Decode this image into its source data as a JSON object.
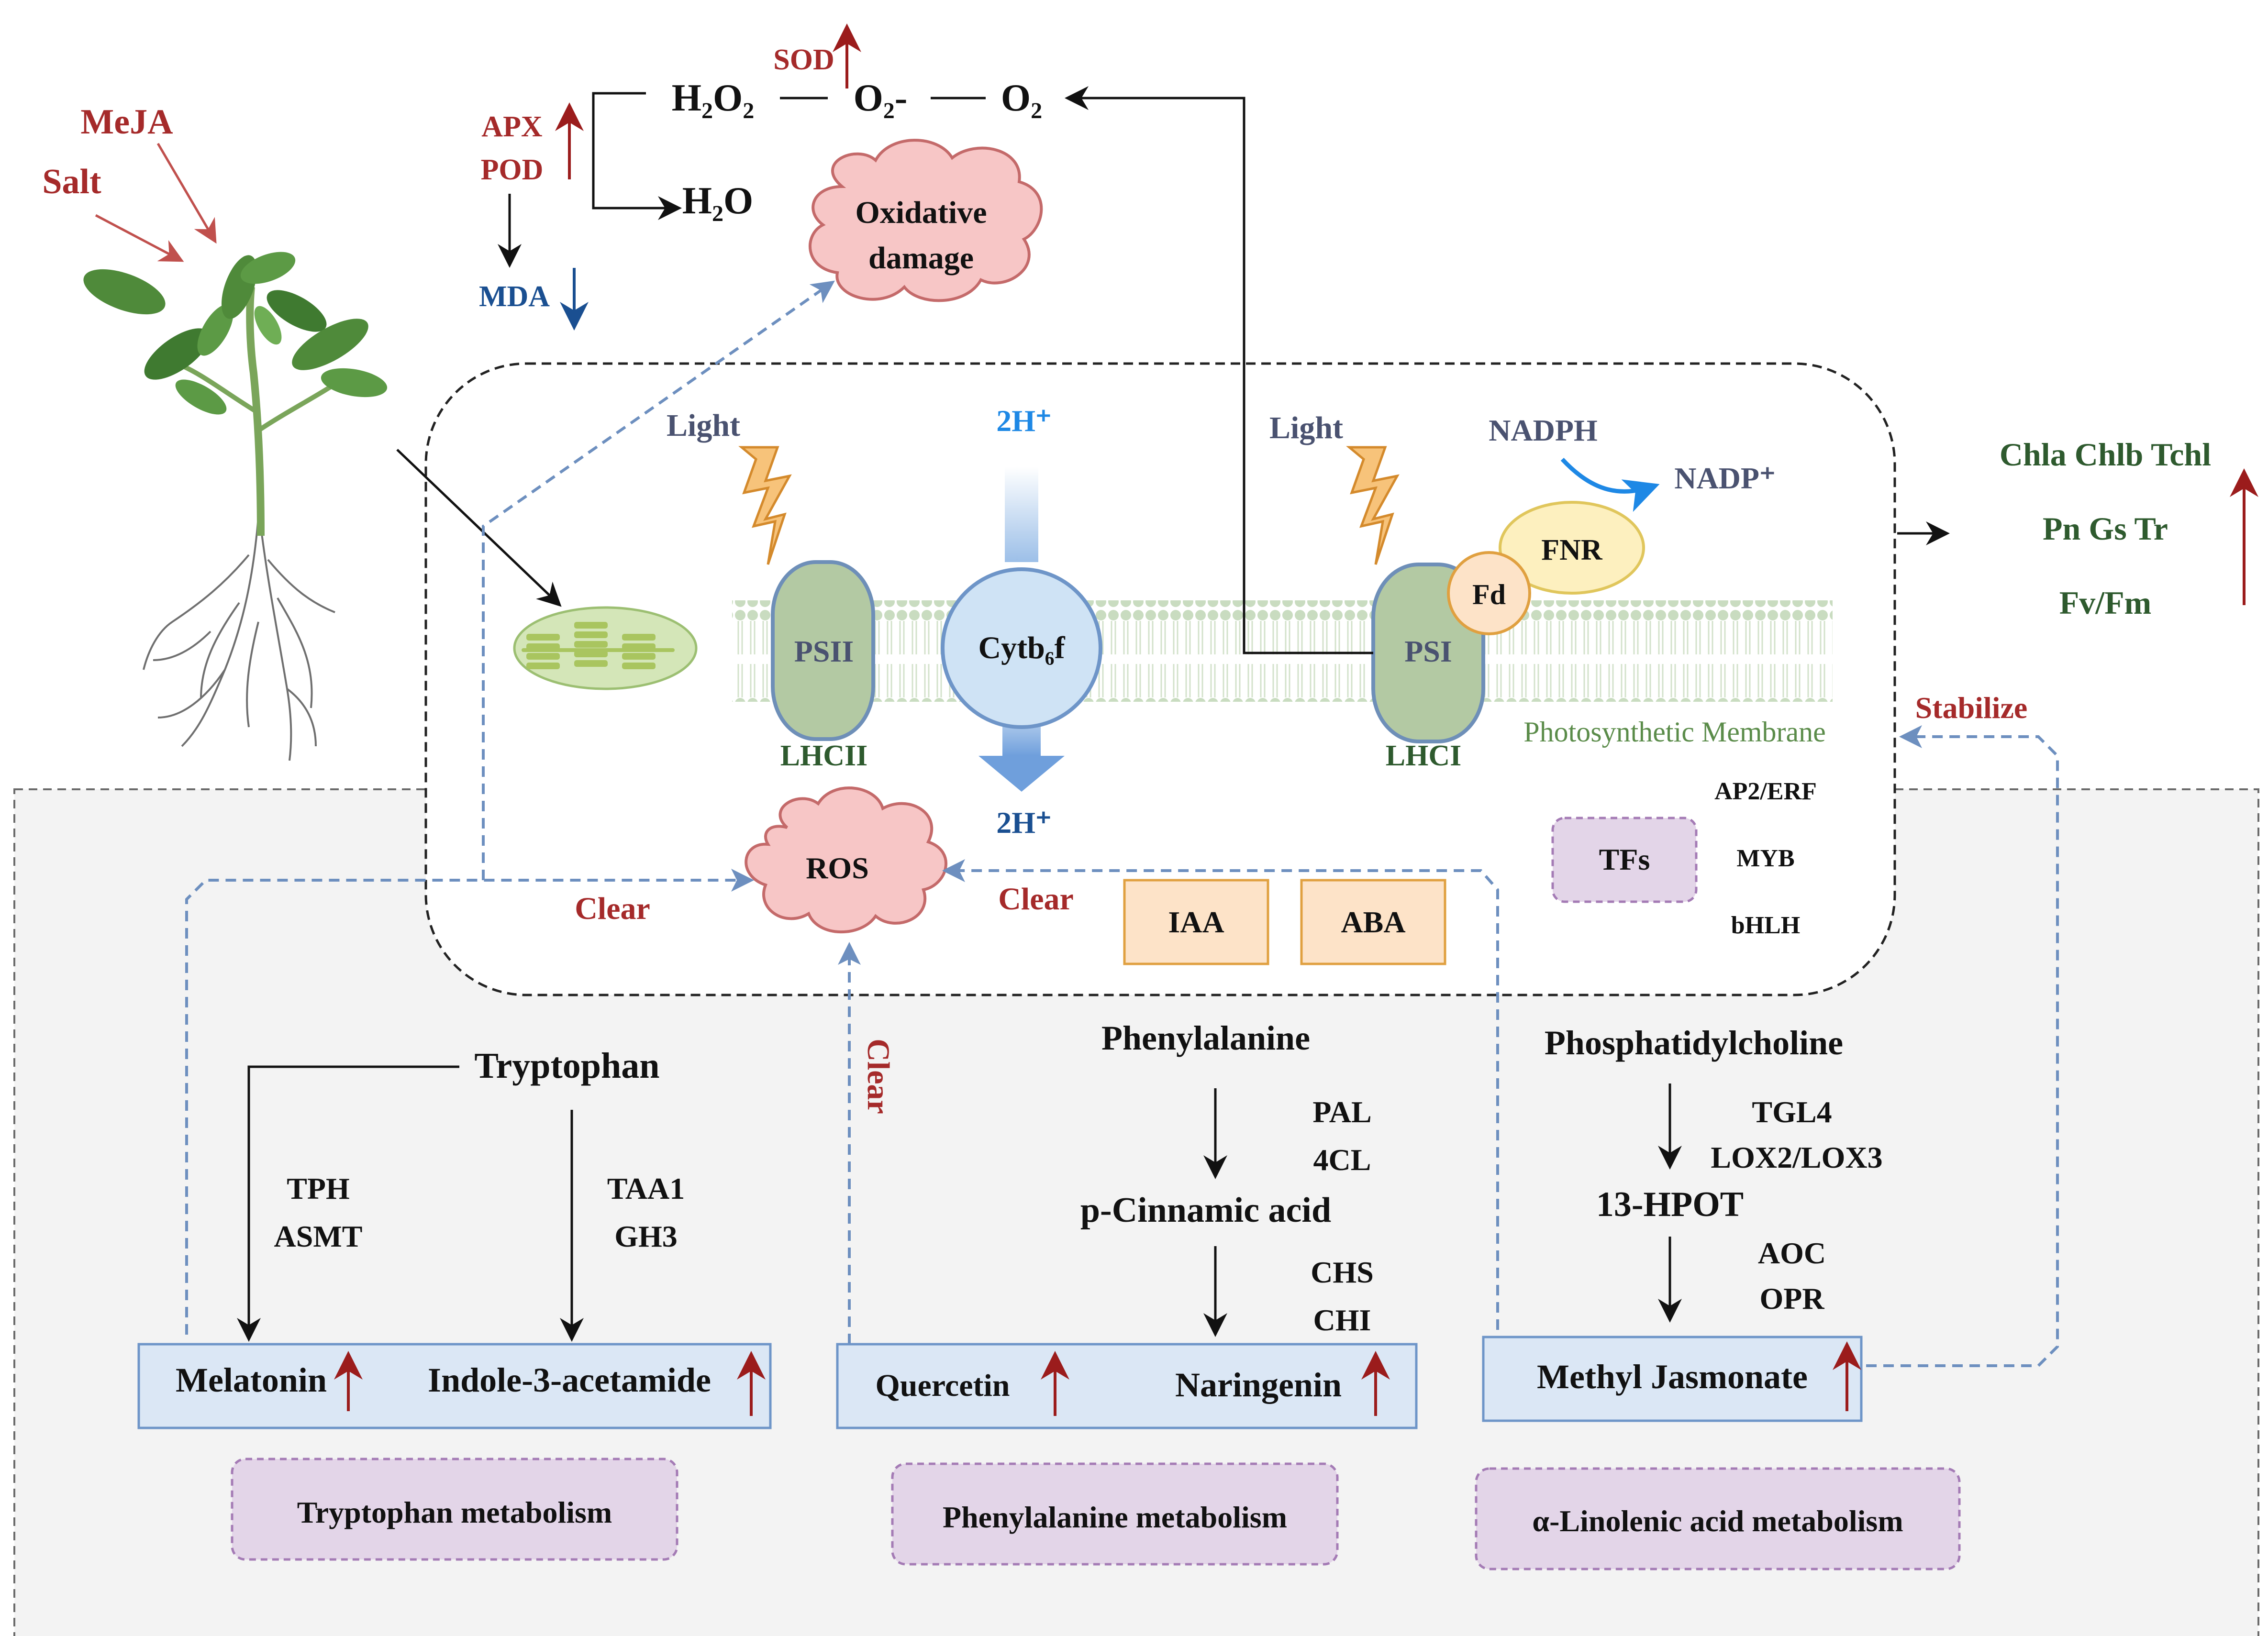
{
  "colors": {
    "red": "#a52a2a",
    "blue_text": "#1a4f91",
    "green_text": "#2e5a2e",
    "membrane_green": "#5b8c4a",
    "dash_blue": "#6d8fbf",
    "cloud_fill": "#f7c6c6",
    "cloud_stroke": "#c46a6a",
    "hormone_fill": "#fde3c8",
    "hormone_stroke": "#e0a040",
    "tf_fill": "#e3d5e8",
    "tf_stroke": "#a47bb5",
    "product_fill": "#dbe7f5",
    "product_stroke": "#6e95c8",
    "metab_fill": "#e3d5e8",
    "psi_fill": "#b3c9a3",
    "cyt_fill": "#cfe3f5"
  },
  "stimuli": {
    "meja": "MeJA",
    "salt": "Salt"
  },
  "ros_pathway": {
    "sod": "SOD",
    "apx": "APX",
    "pod": "POD",
    "mda": "MDA",
    "h2o2": "H₂O₂",
    "o2minus": "O₂-",
    "o2": "O₂",
    "h2o": "H₂O",
    "oxidative_damage_line1": "Oxidative",
    "oxidative_damage_line2": "damage"
  },
  "chloroplast": {
    "light_left": "Light",
    "light_right": "Light",
    "proton_top": "2H⁺",
    "proton_bottom": "2H⁺",
    "nadph": "NADPH",
    "nadp": "NADP⁺",
    "fnr": "FNR",
    "fd": "Fd",
    "psii": "PSII",
    "psi": "PSI",
    "cytb6f": "Cytb₆f",
    "lhcii": "LHCII",
    "lhci": "LHCI",
    "membrane_label": "Photosynthetic Membrane",
    "ros": "ROS",
    "clear_left": "Clear",
    "clear_right": "Clear",
    "clear_vertical": "Clear",
    "iaa": "IAA",
    "aba": "ABA",
    "tfs": "TFs",
    "tf_list": [
      "AP2/ERF",
      "MYB",
      "bHLH"
    ]
  },
  "outputs": {
    "line1": "Chla Chlb Tchl",
    "line2": "Pn Gs Tr",
    "line3": "Fv/Fm",
    "stabilize": "Stabilize"
  },
  "tryptophan": {
    "substrate": "Tryptophan",
    "enzymes_left": [
      "TPH",
      "ASMT"
    ],
    "enzymes_right": [
      "TAA1",
      "GH3"
    ],
    "product_left": "Melatonin",
    "product_right": "Indole-3-acetamide",
    "pathway": "Tryptophan metabolism"
  },
  "phenylalanine": {
    "substrate": "Phenylalanine",
    "enzymes_1": [
      "PAL",
      "4CL"
    ],
    "intermediate": "p-Cinnamic acid",
    "enzymes_2": [
      "CHS",
      "CHI"
    ],
    "product_left": "Quercetin",
    "product_right": "Naringenin",
    "pathway": "Phenylalanine metabolism"
  },
  "linolenic": {
    "substrate": "Phosphatidylcholine",
    "enzymes_1": [
      "TGL4",
      "LOX2/LOX3"
    ],
    "intermediate": "13-HPOT",
    "enzymes_2": [
      "AOC",
      "OPR"
    ],
    "product": "Methyl Jasmonate",
    "pathway": "α-Linolenic acid metabolism"
  }
}
